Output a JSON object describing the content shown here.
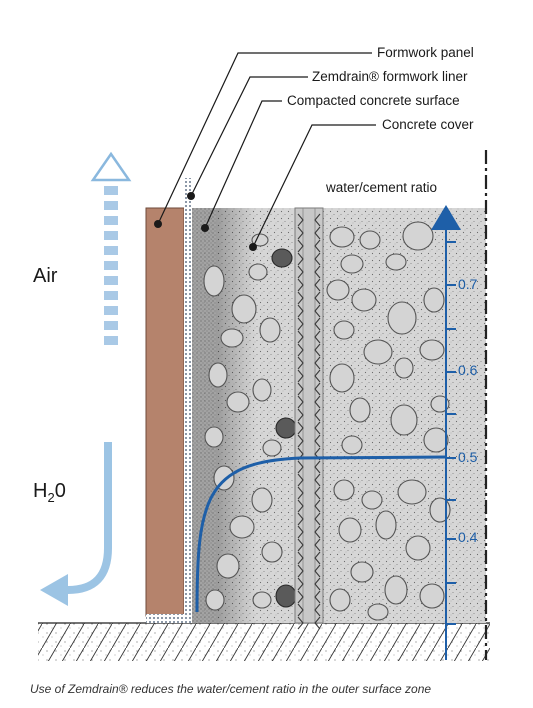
{
  "callouts": {
    "formwork_panel": "Formwork panel",
    "liner": "Zemdrain® formwork liner",
    "compacted_surface": "Compacted concrete surface",
    "concrete_cover": "Concrete cover"
  },
  "side_labels": {
    "air": "Air",
    "water_prefix": "H",
    "water_sub": "2",
    "water_suffix": "0"
  },
  "axis": {
    "title": "water/cement ratio",
    "ticks": [
      "0.7",
      "0.6",
      "0.5",
      "0.4"
    ]
  },
  "caption": "Use of Zemdrain® reduces the water/cement ratio in the outer surface zone",
  "colors": {
    "panel": "#b5836c",
    "axis_blue": "#1e5fa8",
    "arrow_blue": "#9cc4e4",
    "concrete": "#d2d2d2"
  }
}
